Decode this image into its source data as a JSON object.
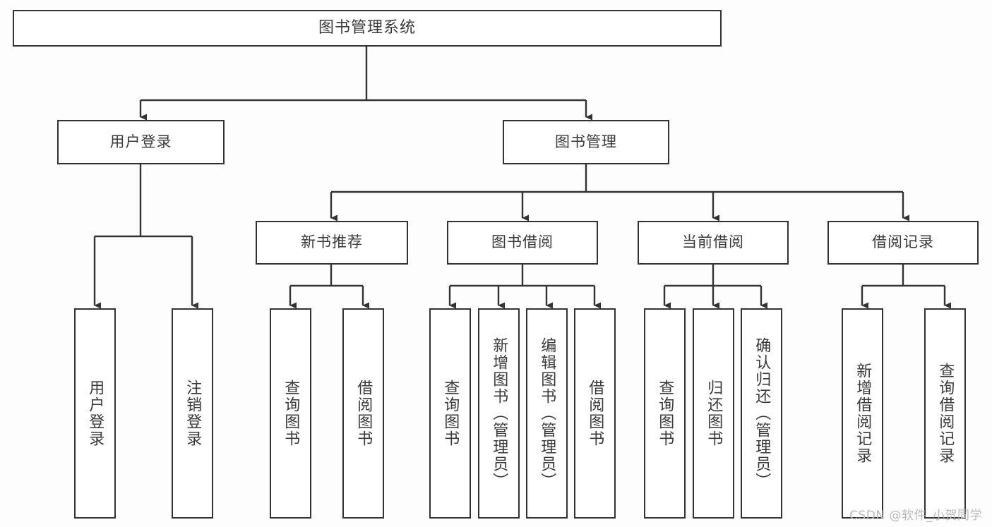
{
  "diagram": {
    "title": "图书管理系统",
    "root": {
      "label": "图书管理系统"
    },
    "level1": [
      {
        "label": "用户登录"
      },
      {
        "label": "图书管理"
      }
    ],
    "level2": [
      {
        "label": "新书推荐"
      },
      {
        "label": "图书借阅"
      },
      {
        "label": "当前借阅"
      },
      {
        "label": "借阅记录"
      }
    ],
    "leaves": {
      "user_login": [
        {
          "label": "用户登录"
        },
        {
          "label": "注销登录"
        }
      ],
      "new_book_recommend": [
        {
          "label": "查询图书"
        },
        {
          "label": "借阅图书"
        }
      ],
      "book_borrow": [
        {
          "label": "查询图书"
        },
        {
          "label": "新增图书（管理员）"
        },
        {
          "label": "编辑图书（管理员）"
        },
        {
          "label": "借阅图书"
        }
      ],
      "current_borrow": [
        {
          "label": "查询图书"
        },
        {
          "label": "归还图书"
        },
        {
          "label": "确认归还（管理员）"
        }
      ],
      "borrow_record": [
        {
          "label": "新增借阅记录"
        },
        {
          "label": "查询借阅记录"
        }
      ]
    }
  },
  "watermark": {
    "text": "CSDN @软件_小贺同学"
  },
  "colors": {
    "border": "#333333",
    "text": "#3a3a3a",
    "background": "#fdfdfd",
    "node_fill": "#ffffff",
    "watermark": "#b9b9b9"
  }
}
